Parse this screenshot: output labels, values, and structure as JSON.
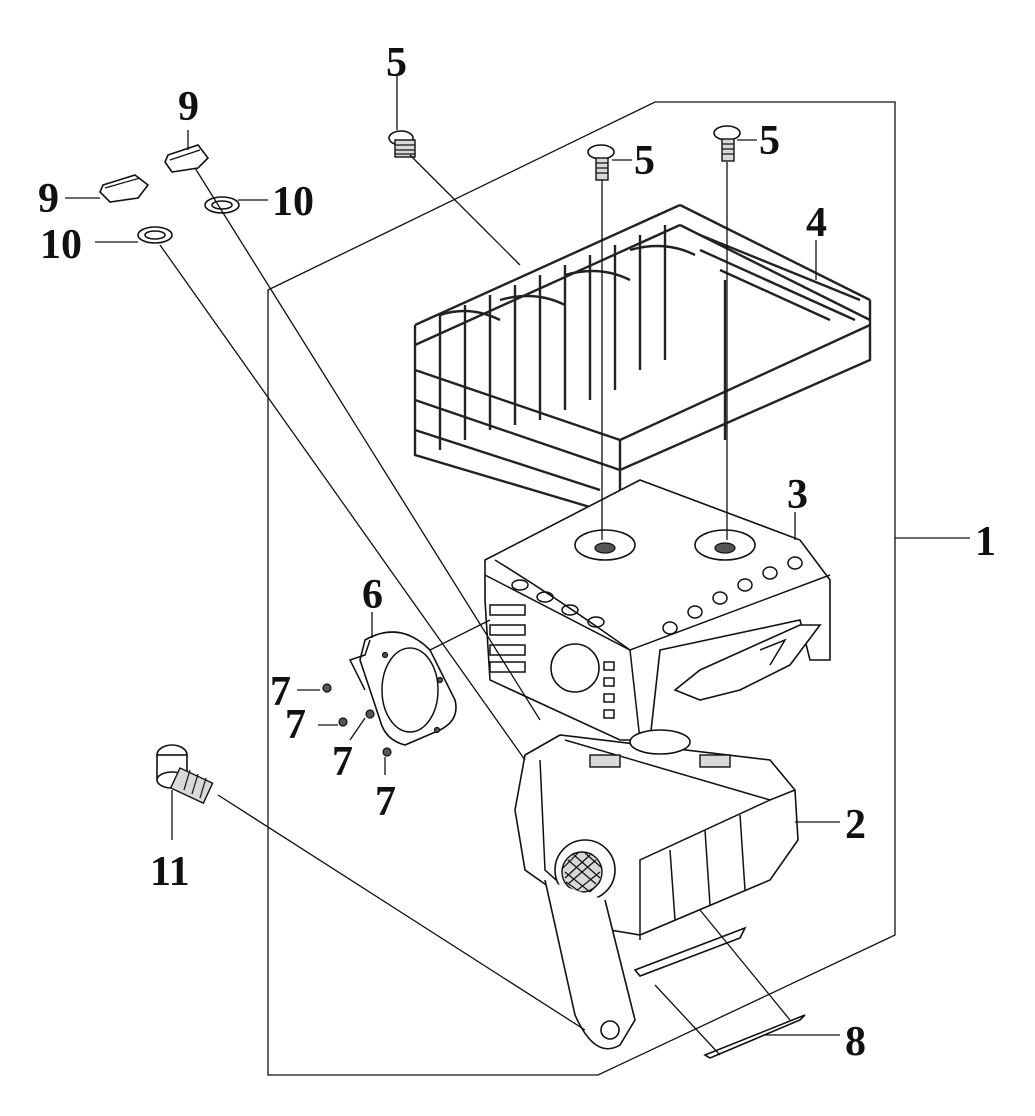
{
  "callouts": {
    "c1": "1",
    "c2": "2",
    "c3": "3",
    "c4": "4",
    "c5a": "5",
    "c5b": "5",
    "c5c": "5",
    "c6": "6",
    "c7a": "7",
    "c7b": "7",
    "c7c": "7",
    "c7d": "7",
    "c8": "8",
    "c9a": "9",
    "c9b": "9",
    "c10a": "10",
    "c10b": "10",
    "c11": "11"
  },
  "colors": {
    "line": "#111111",
    "background": "#ffffff",
    "shade": "#d9d9d9"
  }
}
